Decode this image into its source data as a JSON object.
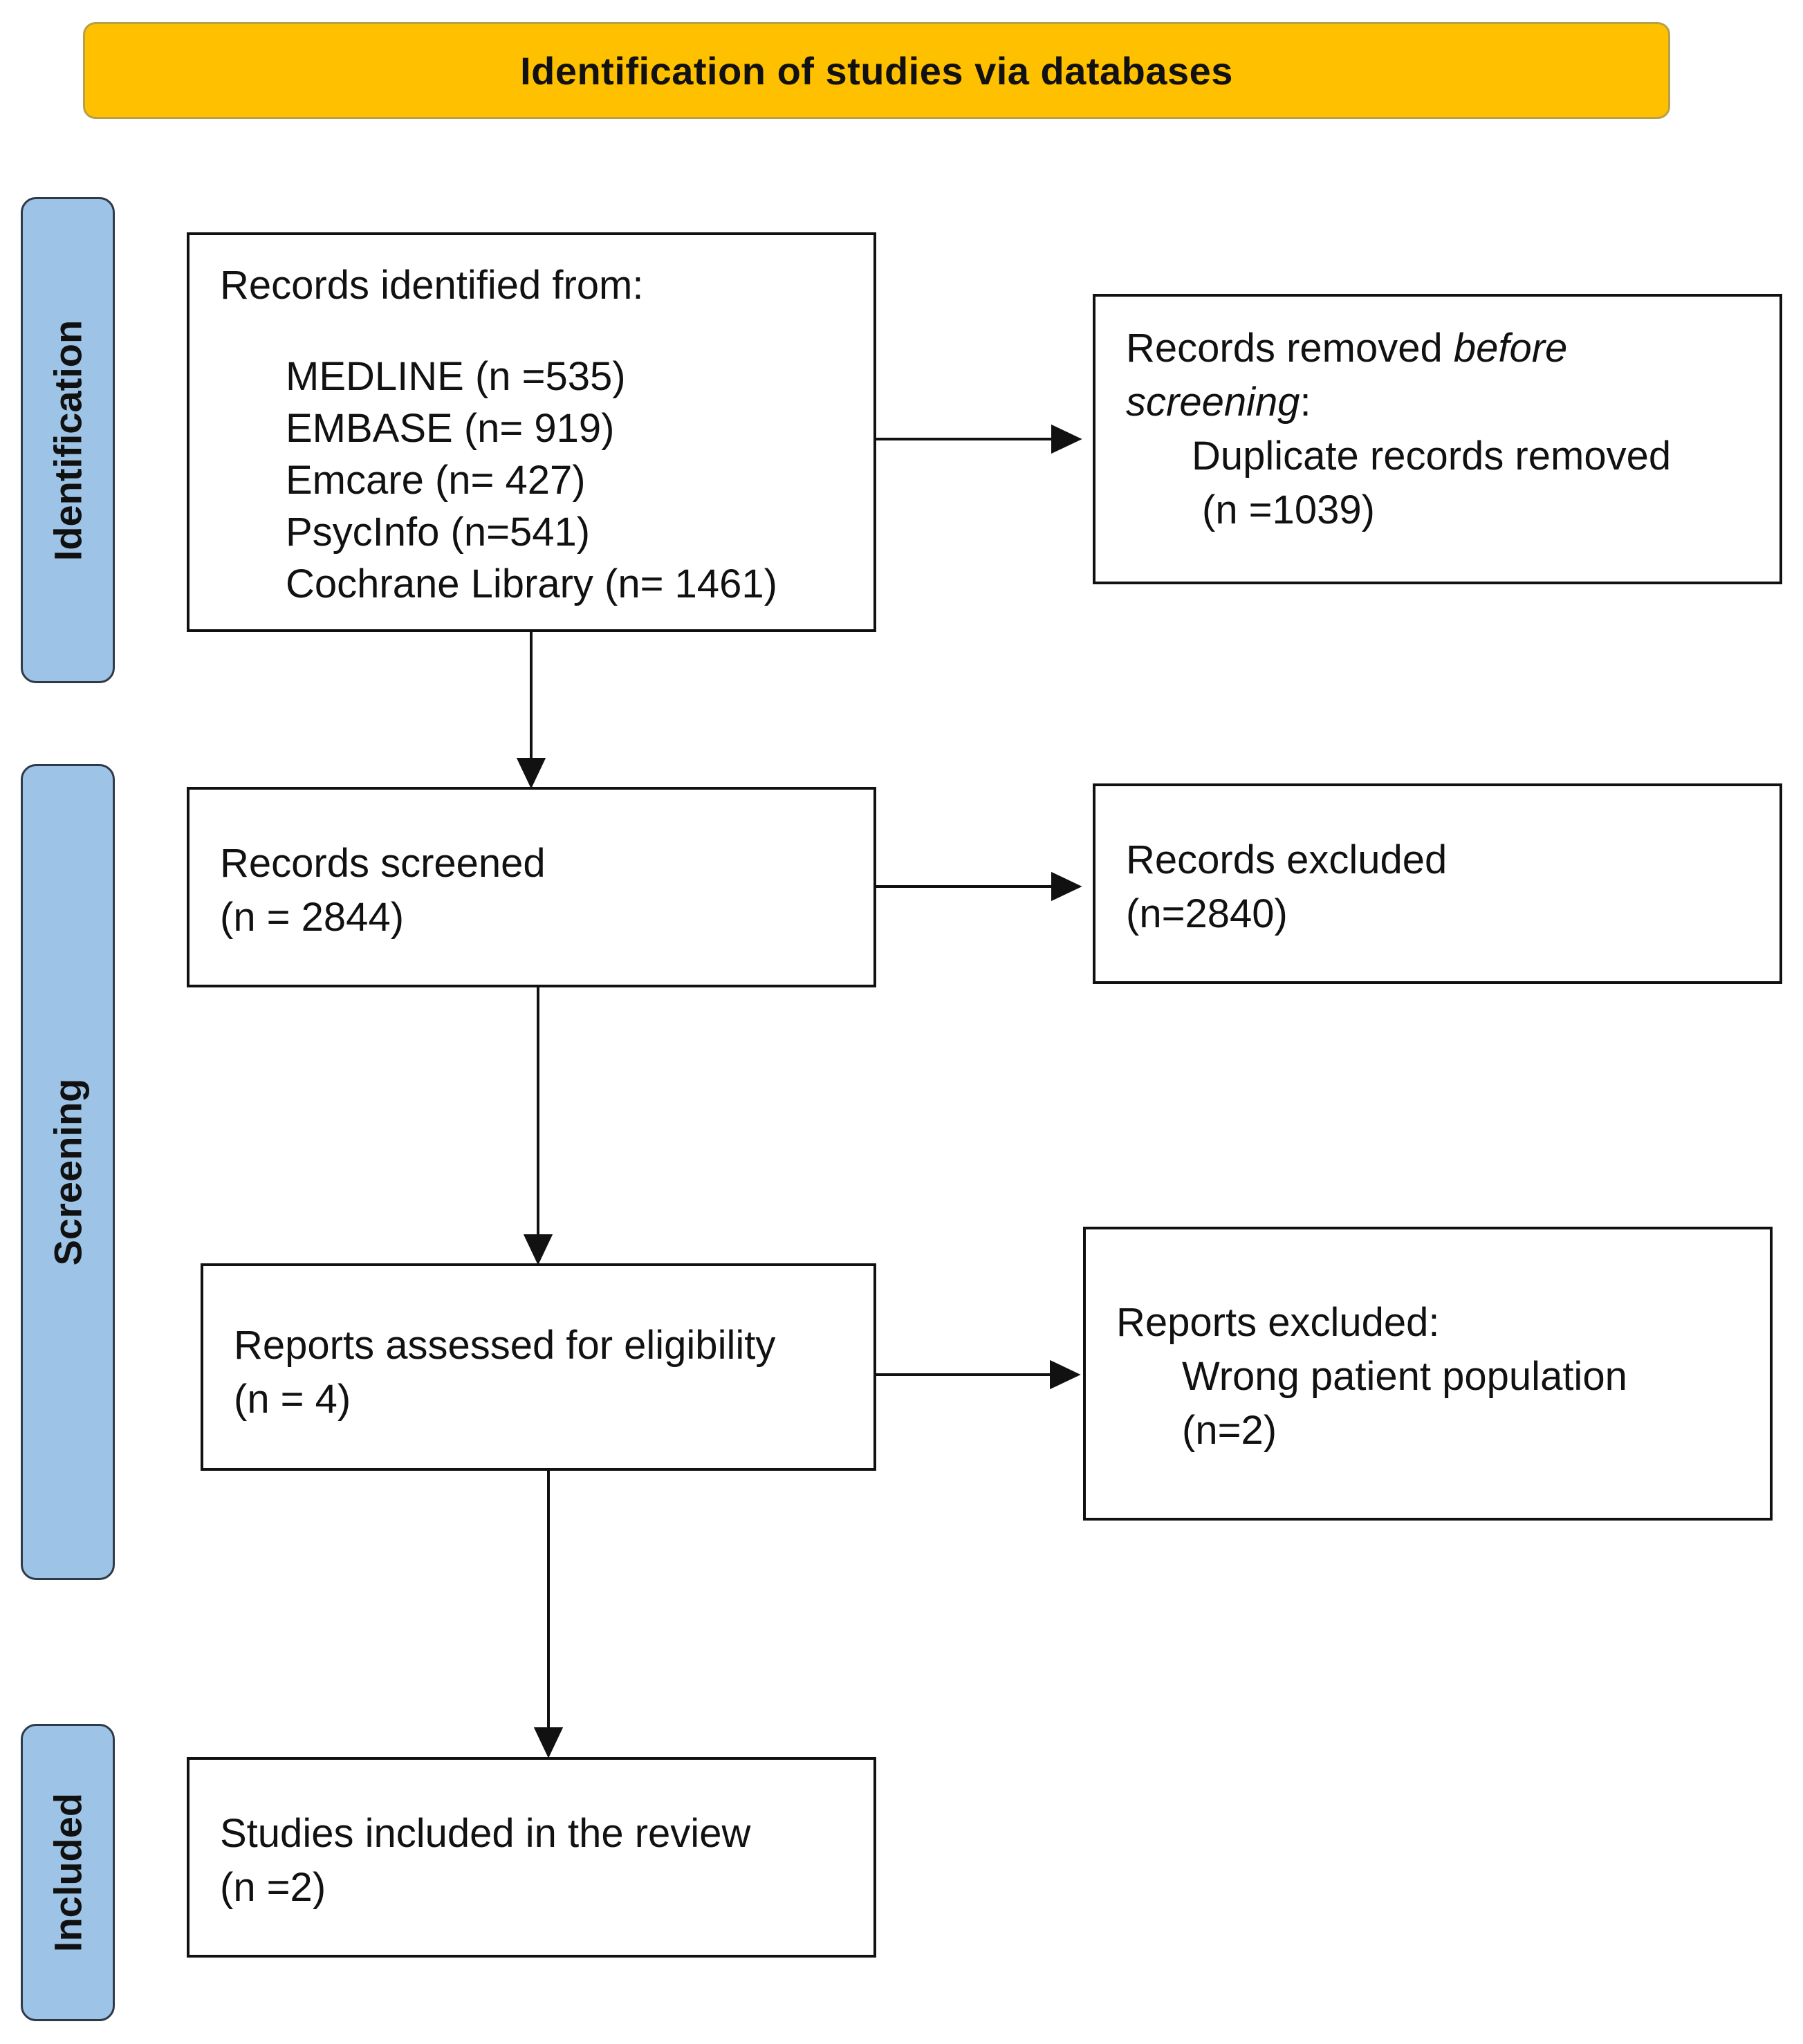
{
  "header": {
    "title": "Identification of studies via databases"
  },
  "phases": {
    "identification": "Identification",
    "screening": "Screening",
    "included": "Included"
  },
  "identification_box": {
    "heading": "Records identified from:",
    "databases": [
      "MEDLINE  (n =535)",
      "EMBASE  (n= 919)",
      "Emcare (n= 427)",
      "PsycInfo (n=541)",
      "Cochrane Library (n= 1461)"
    ]
  },
  "removed_box": {
    "line1_prefix": "Records removed ",
    "line1_italic": "before",
    "line2_italic": "screening",
    "line2_suffix": ":",
    "detail": "Duplicate records removed",
    "count": "(n =1039)"
  },
  "screened_box": {
    "label": "Records screened",
    "count": "(n = 2844)"
  },
  "excluded_box": {
    "label": "Records excluded",
    "count": "(n=2840)"
  },
  "assessed_box": {
    "label": "Reports assessed for eligibility",
    "count": "(n = 4)"
  },
  "reports_excluded_box": {
    "label": "Reports excluded:",
    "reason": "Wrong patient population",
    "count": "(n=2)"
  },
  "included_box": {
    "label": "Studies included in the review",
    "count": "(n =2)"
  },
  "colors": {
    "banner": "#ffc000",
    "phase": "#9dc3e6",
    "border": "#111111"
  }
}
